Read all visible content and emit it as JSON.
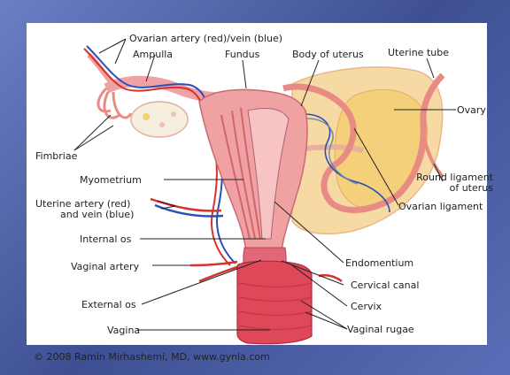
{
  "labels": {
    "ovarian_artery_vein": "Ovarian artery (red)/vein (blue)",
    "ampulla": "Ampulla",
    "fundus": "Fundus",
    "body_of_uterus": "Body of uterus",
    "uterine_tube": "Uterine tube",
    "ovary": "Ovary",
    "fimbriae": "Fimbriae",
    "myometrium": "Myometrium",
    "round_ligament_1": "Round ligament",
    "round_ligament_2": "of uterus",
    "uterine_artery_1": "Uterine artery (red)",
    "uterine_artery_2": "and vein (blue)",
    "ovarian_ligament": "Ovarian ligament",
    "internal_os": "Internal os",
    "endometrium": "Endomentium",
    "vaginal_artery": "Vaginal artery",
    "cervical_canal": "Cervical canal",
    "external_os": "External os",
    "cervix": "Cervix",
    "vagina": "Vagina",
    "vaginal_rugae": "Vaginal rugae"
  },
  "copyright": "© 2008 Ramin Mirhashemi, MD, www.gynla.com",
  "colors": {
    "artery": "#d8302c",
    "vein": "#2a4fb8",
    "tissue": "#f0a2a2",
    "muscle": "#d9596a",
    "ovary_fill": "#f7d98a",
    "ligament": "#f3c6b6",
    "slide_bg": "#4a5ea8"
  }
}
